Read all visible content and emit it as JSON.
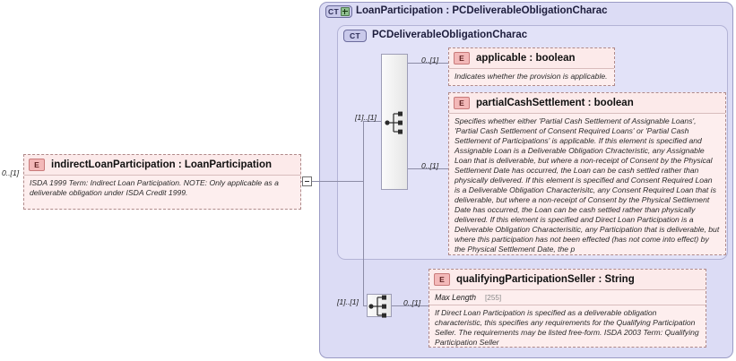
{
  "diagram": {
    "type": "xsd-schema-diagram",
    "colors": {
      "outer_panel_bg": "#dcdcf5",
      "inner_panel_bg": "#e2e2f8",
      "element_bg": "#fdeeee",
      "element_header_bg": "#fceaea",
      "element_badge_bg": "#f3b8b8",
      "ct_badge_bg": "#c9c9ea",
      "connector_line": "#8c8ca6"
    },
    "outer_group": {
      "badge": "CT",
      "badge_icon": "complex-type-expand-plus-icon",
      "title": "LoanParticipation : PCDeliverableObligationCharac"
    },
    "inner_group": {
      "badge": "CT",
      "title": "PCDeliverableObligationCharac"
    },
    "left_element": {
      "badge": "E",
      "cardinality": "0..[1]",
      "name": "indirectLoanParticipation : LoanParticipation",
      "doc": "ISDA 1999 Term: Indirect Loan Participation. NOTE: Only applicable as a deliverable obligation under ISDA Credit 1999.",
      "toggle_icon": "collapse-minus-icon"
    },
    "compositors": [
      {
        "name": "sequence-compositor-inner",
        "icon": "sequence-icon",
        "cardinality": "[1]..[1]"
      },
      {
        "name": "sequence-compositor-outer",
        "icon": "sequence-icon",
        "cardinality": "[1]..[1]"
      }
    ],
    "elements": [
      {
        "badge": "E",
        "cardinality": "0..[1]",
        "name": "applicable : boolean",
        "doc": "Indicates whether the provision is applicable.",
        "facet_label": null,
        "facet_value": null
      },
      {
        "badge": "E",
        "cardinality": "0..[1]",
        "name": "partialCashSettlement : boolean",
        "doc": "Specifies whether either 'Partial Cash Settlement of Assignable Loans', 'Partial Cash Settlement of Consent Required Loans' or 'Partial Cash Settlement of Participations' is applicable. If this element is specified and Assignable Loan is a Deliverable Obligation Chracteristic, any Assignable Loan that is deliverable, but where a non-receipt of Consent by the Physical Settlement Date has occurred, the Loan can be cash settled rather than physically delivered. If this element is specified and Consent Required Loan is a Deliverable Obligation Characterisitc, any Consent Required Loan that is deliverable, but where a non-receipt of Consent by the Physical Settlement Date has occurred, the Loan can be cash settled rather than physically delivered. If this element is specified and Direct Loan Participation is a Deliverable Obligation Characterisitic, any Participation that is deliverable, but where this participation has not been effected (has not come into effect) by the Physical Settlement Date, the p",
        "facet_label": null,
        "facet_value": null
      },
      {
        "badge": "E",
        "cardinality": "0..[1]",
        "name": "qualifyingParticipationSeller : String",
        "doc": "If Direct Loan Participation is specified as a deliverable obligation characteristic, this specifies any requirements for the Qualifying Participation Seller. The requirements may be listed free-form. ISDA 2003 Term: Qualifying Participation Seller",
        "facet_label": "Max Length",
        "facet_value": "[255]"
      }
    ]
  }
}
